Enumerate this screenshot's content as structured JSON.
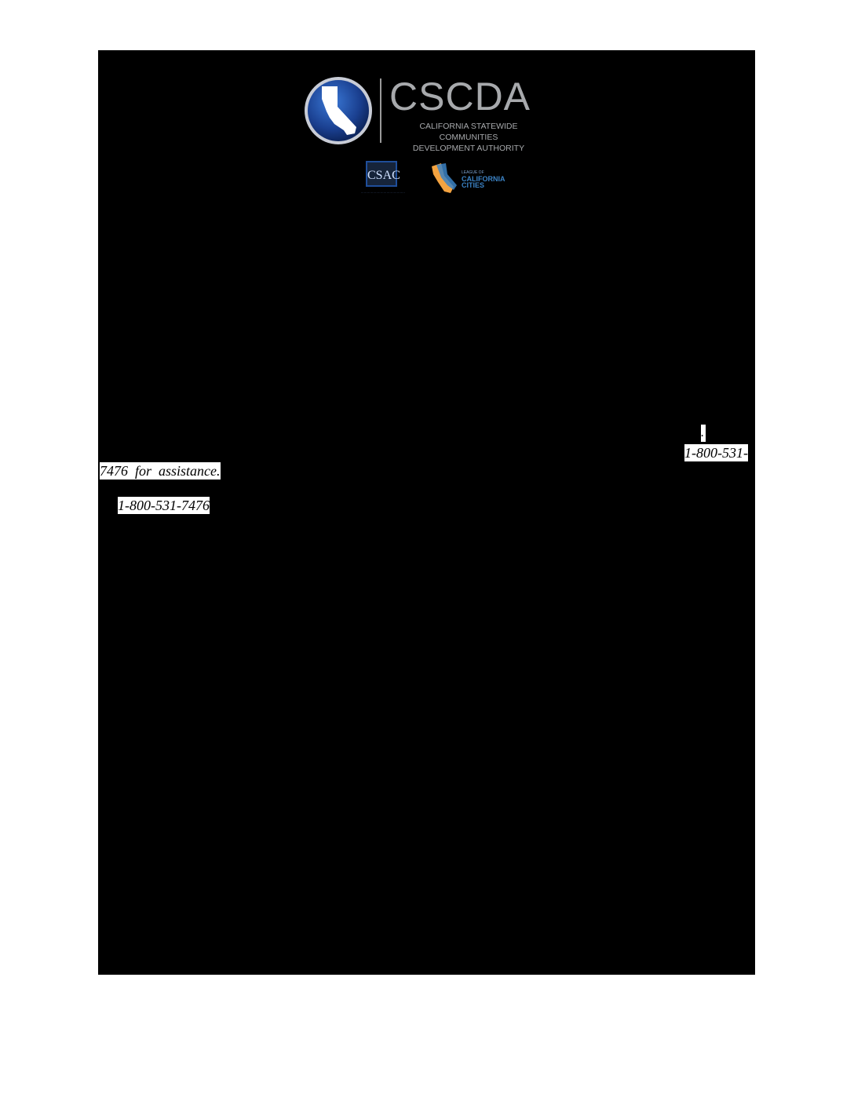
{
  "header": {
    "brand": "CSCDA",
    "subtitle_line1": "CALIFORNIA STATEWIDE COMMUNITIES",
    "subtitle_line2": "DEVELOPMENT AUTHORITY",
    "partner_csac": "CSAC",
    "partner_league_line1": "LEAGUE OF",
    "partner_league_line2": "CALIFORNIA",
    "partner_league_line3": "CITIES"
  },
  "body": {
    "fragment_1": ".",
    "phone_partial": "1-800-531-",
    "assistance_text": "7476  for  assistance.",
    "phone_full": "1-800-531-7476"
  },
  "colors": {
    "panel": "#000000",
    "page": "#ffffff",
    "logo_blue": "#1f4e9a",
    "logo_gray": "#a7a9ac"
  }
}
